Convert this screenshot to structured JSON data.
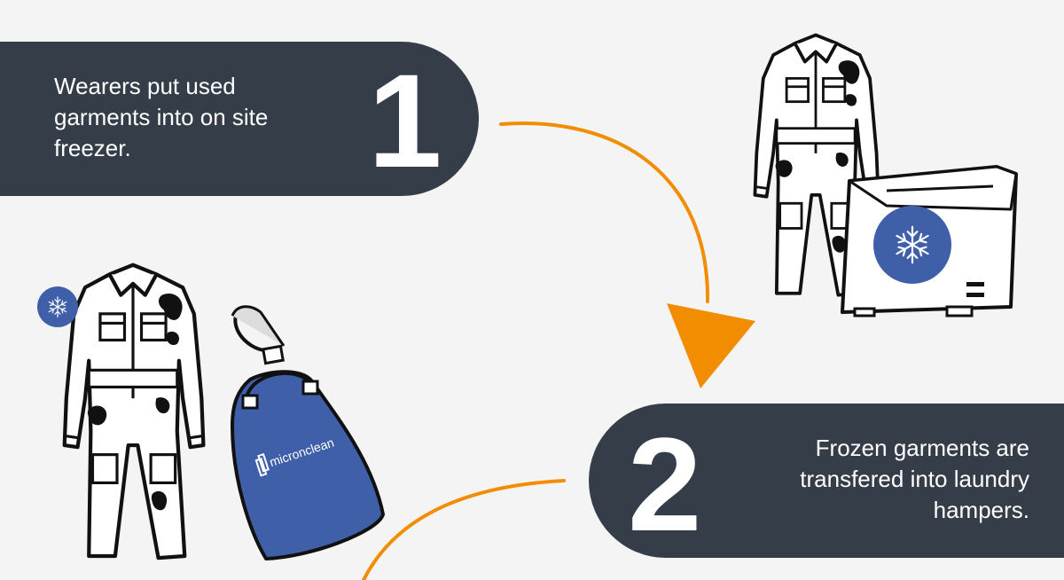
{
  "steps": [
    {
      "number": "1",
      "text": "Wearers put used garments into on site freezer."
    },
    {
      "number": "2",
      "text": "Frozen garments are transfered into laundry hampers."
    }
  ],
  "bag_brand": "micronclean",
  "colors": {
    "background": "#f4f4f4",
    "panel": "#353e48",
    "arrow": "#f28c00",
    "accent_blue": "#3f5fa8",
    "outline": "#111111"
  },
  "icons": [
    "snowflake-icon",
    "coverall-icon",
    "freezer-icon",
    "laundry-bag-icon"
  ]
}
